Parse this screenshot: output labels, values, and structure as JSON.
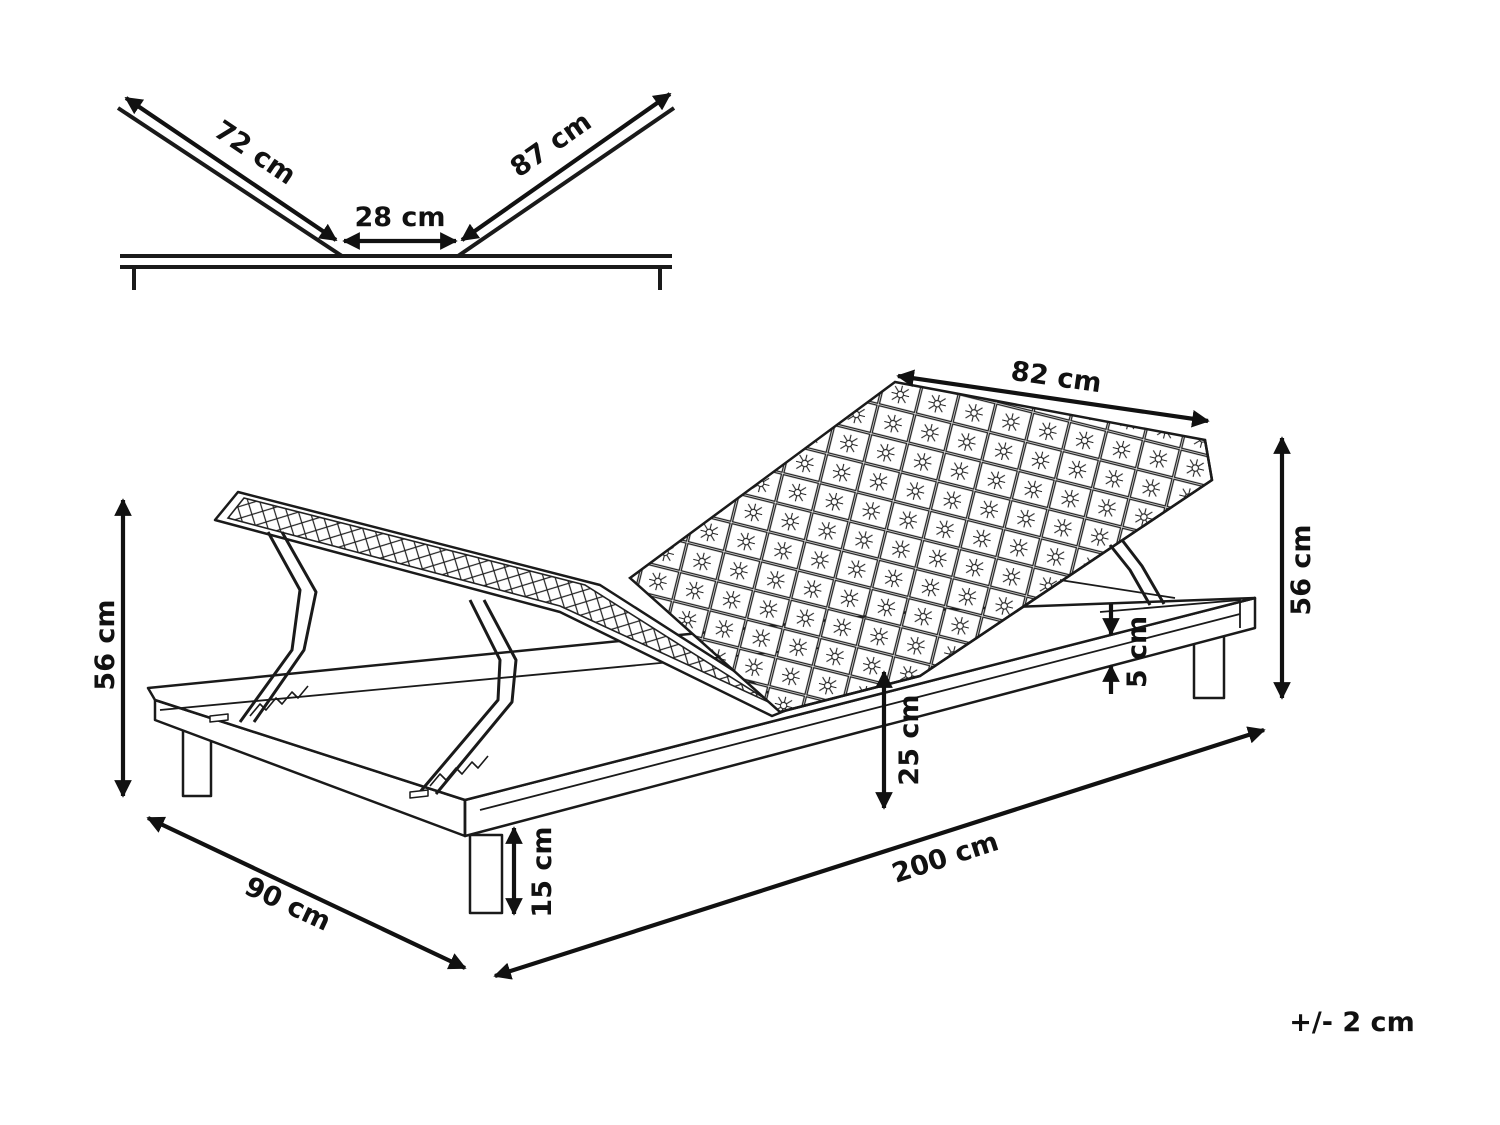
{
  "side_profile": {
    "left_section": "72 cm",
    "middle_section": "28 cm",
    "right_section": "87 cm"
  },
  "dimensions": {
    "slat_width": "82 cm",
    "head_height_right": "56 cm",
    "head_height_left": "56 cm",
    "slat_thickness": "5 cm",
    "frame_height": "25 cm",
    "length": "200 cm",
    "width": "90 cm",
    "leg_height": "15 cm"
  },
  "tolerance": "+/- 2 cm",
  "colors": {
    "line": "#1a1a1a",
    "background": "#ffffff"
  }
}
